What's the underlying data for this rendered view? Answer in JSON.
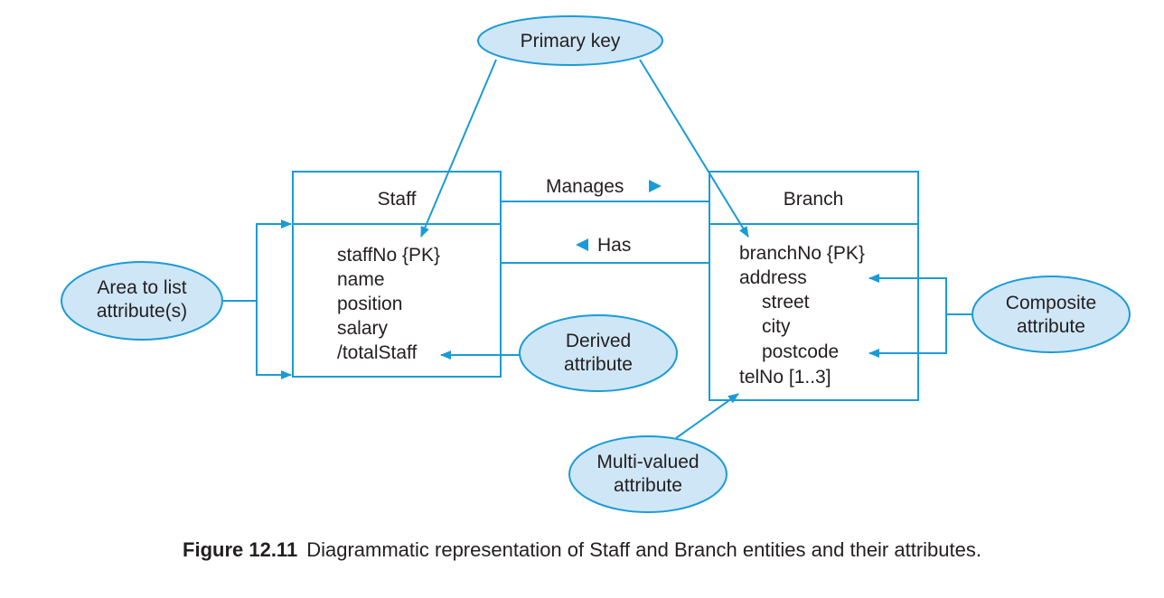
{
  "colors": {
    "line": "#1a9bd7",
    "ellipse_fill": "#cfe6f6",
    "text": "#231f20"
  },
  "staff": {
    "name": "Staff",
    "attributes": [
      "staffNo {PK}",
      "name",
      "position",
      "salary",
      "/totalStaff"
    ]
  },
  "branch": {
    "name": "Branch",
    "attributes": [
      "branchNo {PK}",
      "address",
      "street",
      "city",
      "postcode",
      "telNo [1..3]"
    ]
  },
  "relationships": {
    "manages": "Manages",
    "has": "Has"
  },
  "callouts": {
    "primary_key": [
      "Primary key"
    ],
    "area_to_list": [
      "Area to list",
      "attribute(s)"
    ],
    "derived": [
      "Derived",
      "attribute"
    ],
    "composite": [
      "Composite",
      "attribute"
    ],
    "multi_valued": [
      "Multi-valued",
      "attribute"
    ]
  },
  "caption": {
    "label": "Figure 12.11",
    "text": "Diagrammatic representation of Staff and Branch entities and their attributes."
  }
}
